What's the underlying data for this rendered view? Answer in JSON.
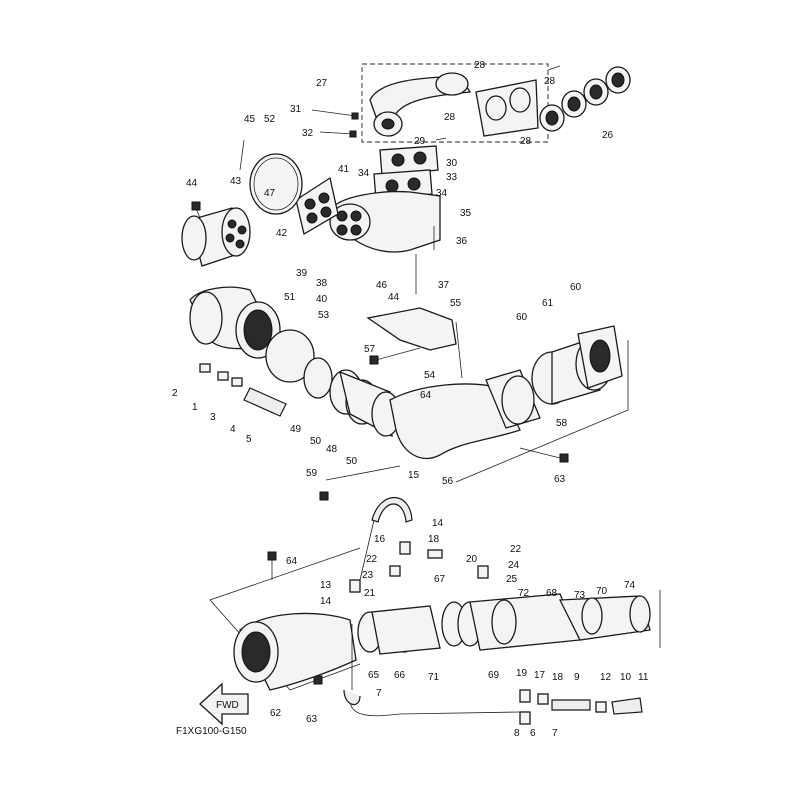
{
  "diagram": {
    "code": "F1XG100-G150",
    "fwd_label": "FWD",
    "labels": [
      "1",
      "2",
      "3",
      "4",
      "5",
      "6",
      "7",
      "7",
      "8",
      "9",
      "10",
      "11",
      "12",
      "13",
      "14",
      "14",
      "15",
      "16",
      "17",
      "18",
      "18",
      "19",
      "20",
      "21",
      "22",
      "22",
      "23",
      "24",
      "25",
      "26",
      "27",
      "28",
      "28",
      "28",
      "28",
      "29",
      "30",
      "31",
      "32",
      "33",
      "34",
      "34",
      "35",
      "36",
      "37",
      "38",
      "39",
      "40",
      "41",
      "42",
      "43",
      "44",
      "44",
      "45",
      "46",
      "47",
      "48",
      "49",
      "50",
      "50",
      "51",
      "52",
      "53",
      "54",
      "55",
      "56",
      "57",
      "58",
      "59",
      "60",
      "60",
      "61",
      "62",
      "63",
      "63",
      "64",
      "64",
      "65",
      "66",
      "67",
      "68",
      "69",
      "70",
      "71",
      "72",
      "73",
      "74"
    ]
  }
}
